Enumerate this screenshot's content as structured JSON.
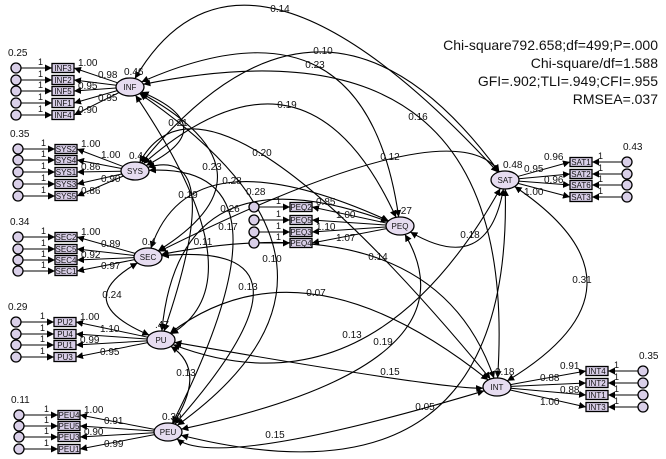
{
  "fit_stats": [
    "Chi-square792.658;df=499;P=.000",
    "Chi-square/df=1.588",
    "GFI=.902;TLI=.949;CFI=.955",
    "RMSEA=.037"
  ],
  "colors": {
    "latent_fill": "#e6dcf0",
    "indicator_fill": "#d9cfe8",
    "stroke": "#000000"
  },
  "latents": [
    {
      "id": "INF",
      "label": "INF",
      "variance": "0.46",
      "loadings": [
        "1.00",
        "0.98",
        "0.95",
        "0.95",
        "0.90"
      ],
      "error_var": "0.25",
      "indicators": [
        "INF3",
        "INF2",
        "INF5",
        "INF1",
        "INF4"
      ]
    },
    {
      "id": "SYS",
      "label": "SYS",
      "variance": "0.4",
      "loadings": [
        "1.00",
        "1.00",
        "0.86",
        "0.90",
        "0.86"
      ],
      "error_var": "0.35",
      "indicators": [
        "SYS2",
        "SYS4",
        "SYS1",
        "SYS3",
        "SYS5"
      ]
    },
    {
      "id": "SEC",
      "label": "SEC",
      "variance": "0.4",
      "loadings": [
        "1.00",
        "0.89",
        "0.92",
        "0.97"
      ],
      "error_var": "0.34",
      "indicators": [
        "SEC2",
        "SEC5",
        "SEC4",
        "SEC1"
      ]
    },
    {
      "id": "PU",
      "label": "PU",
      "variance": ".47",
      "loadings": [
        "1.00",
        "1.10",
        "0.99",
        "0.95"
      ],
      "error_var": "0.29",
      "indicators": [
        "PU2",
        "PU4",
        "PU1",
        "PU3"
      ]
    },
    {
      "id": "PEU",
      "label": "PEU",
      "variance": "0.39",
      "loadings": [
        "1.00",
        "0.91",
        "0.90",
        "0.99"
      ],
      "error_var": "0.11",
      "indicators": [
        "PEU4",
        "PEU5",
        "PEU3",
        "PEU1"
      ]
    },
    {
      "id": "PEQ",
      "label": "PEQ",
      "variance": ".27",
      "loadings": [
        "0.85",
        "1.00",
        "1.10",
        "1.07"
      ],
      "error_var": "0.28",
      "indicators": [
        "PEQ2",
        "PEQ5",
        "PEQ3",
        "PEQ4"
      ]
    },
    {
      "id": "SAT",
      "label": "SAT",
      "variance": "0.48",
      "loadings": [
        "0.96",
        "0.95",
        "0.96",
        "1.00"
      ],
      "error_var": "0.43",
      "indicators": [
        "SAT1",
        "SAT2",
        "SAT6",
        "SAT3"
      ]
    },
    {
      "id": "INT",
      "label": "INT",
      "variance": "0.18",
      "loadings": [
        "0.91",
        "0.88",
        "0.88",
        "1.00"
      ],
      "error_var": "0.35",
      "indicators": [
        "INT4",
        "INT2",
        "INT1",
        "INT3"
      ]
    }
  ],
  "fixed_path_label": "1",
  "covariances": [
    {
      "from": "INF",
      "to": "SAT",
      "label": "0.14"
    },
    {
      "from": "SYS",
      "to": "SAT",
      "label": "0.10"
    },
    {
      "from": "INF",
      "to": "PEQ",
      "label": "0.23"
    },
    {
      "from": "INF",
      "to": "INT",
      "label": "0.16"
    },
    {
      "from": "SYS",
      "to": "PEQ",
      "label": "0.19"
    },
    {
      "from": "SEC",
      "to": "SAT",
      "label": "0.12"
    },
    {
      "from": "SYS",
      "to": "INT",
      "label": "0.20"
    },
    {
      "from": "INF",
      "to": "SYS",
      "label": "0.21"
    },
    {
      "from": "INF",
      "to": "SEC",
      "label": "0.23"
    },
    {
      "from": "SYS",
      "to": "PU",
      "label": "0.19"
    },
    {
      "from": "INF",
      "to": "PU",
      "label": "0.11"
    },
    {
      "from": "SYS",
      "to": "PEU",
      "label": "0.17"
    },
    {
      "from": "SEC",
      "to": "PEQ",
      "label": "0.28"
    },
    {
      "from": "PU",
      "to": "PEQ",
      "label": "0.26"
    },
    {
      "from": "INF",
      "to": "PEU",
      "label": "0.10"
    },
    {
      "from": "SEC",
      "to": "PEU",
      "label": "0.13"
    },
    {
      "from": "SEC",
      "to": "INT",
      "label": "0.14"
    },
    {
      "from": "PEQ",
      "to": "SAT",
      "label": "0.18"
    },
    {
      "from": "SAT",
      "to": "INT",
      "label": "0.31"
    },
    {
      "from": "PU",
      "to": "INT",
      "label": "0.07"
    },
    {
      "from": "PU",
      "to": "SAT",
      "label": "0.13"
    },
    {
      "from": "PEQ",
      "to": "PEU",
      "label": "0.19"
    },
    {
      "from": "PU",
      "to": "INT",
      "label": "0.15"
    },
    {
      "from": "PEU",
      "to": "SAT",
      "label": "0.05"
    },
    {
      "from": "PEU",
      "to": "INT",
      "label": "0.15"
    },
    {
      "from": "SEC",
      "to": "PU",
      "label": "0.24"
    },
    {
      "from": "PU",
      "to": "PEU",
      "label": "0.13"
    }
  ]
}
